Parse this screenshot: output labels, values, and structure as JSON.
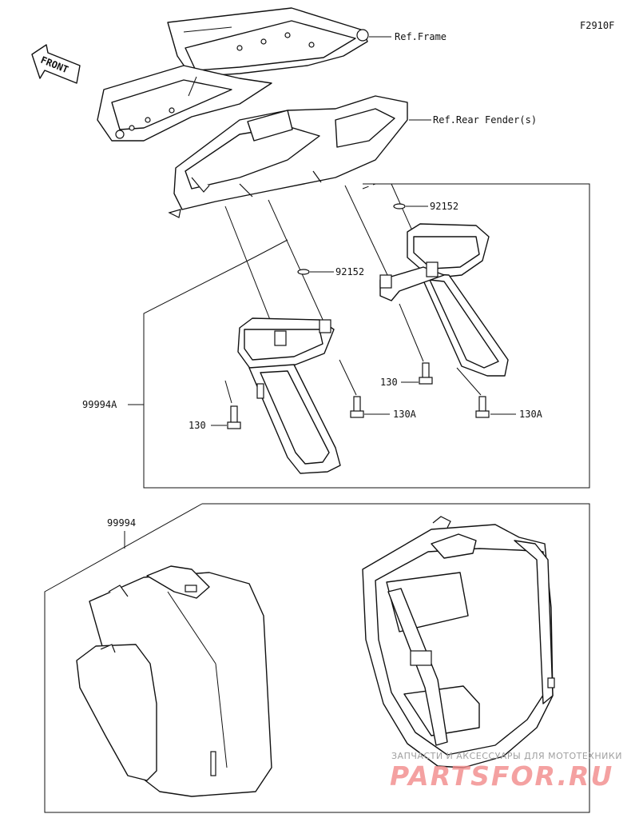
{
  "figure_code": "F2910F",
  "front_label": "FRONT",
  "labels": {
    "ref_frame": "Ref.Frame",
    "ref_rear_fender": "Ref.Rear Fender(s)",
    "washer_upper": "92152",
    "washer_lower": "92152",
    "bolt_left": "130",
    "bolt_right": "130",
    "bolt_a_left": "130A",
    "bolt_a_right": "130A",
    "kit_bracket": "99994A",
    "kit_bags": "99994"
  },
  "watermark": {
    "tagline": "ЗАПЧАСТИ И АКСЕССУАРЫ ДЛЯ МОТОТЕХНИКИ",
    "logo": "PARTSFOR.RU"
  }
}
